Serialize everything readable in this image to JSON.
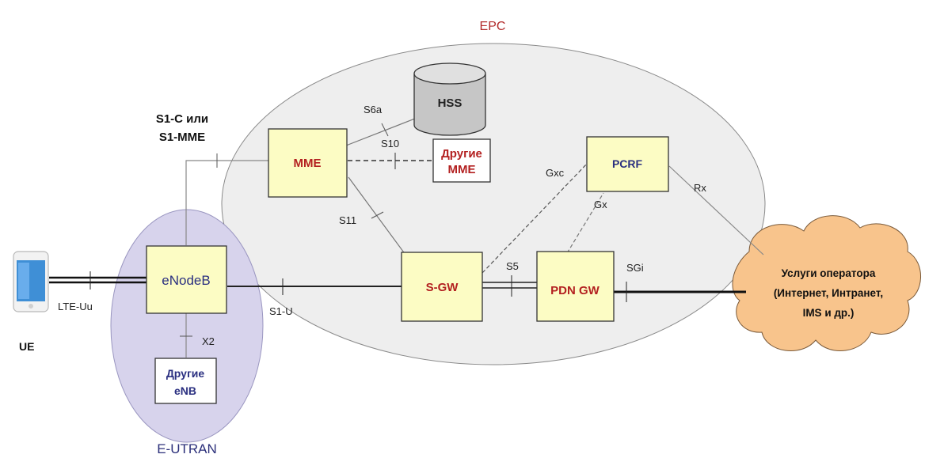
{
  "regions": {
    "epc": "EPC",
    "eutran": "E-UTRAN"
  },
  "nodes": {
    "ue": "UE",
    "enodeb": "eNodeB",
    "other_enb_line1": "Другие",
    "other_enb_line2": "eNB",
    "mme": "MME",
    "other_mme_line1": "Другие",
    "other_mme_line2": "MME",
    "hss": "HSS",
    "pcrf": "PCRF",
    "sgw": "S-GW",
    "pdngw": "PDN GW"
  },
  "interfaces": {
    "s1c_line1": "S1-C или",
    "s1c_line2": "S1-MME",
    "lte_uu": "LTE-Uu",
    "s1u": "S1-U",
    "x2": "X2",
    "s6a": "S6a",
    "s10": "S10",
    "s11": "S11",
    "s5": "S5",
    "gxc": "Gxc",
    "gx": "Gx",
    "rx": "Rx",
    "sgi": "SGi"
  },
  "cloud": {
    "line1": "Услуги оператора",
    "line2": "(Интернет, Интранет,",
    "line3": "IMS и др.)"
  },
  "colors": {
    "epc_fill": "#eeeeee",
    "eutran_fill": "#d7d3ec",
    "node_fill": "#fcfcc4",
    "cloud_fill": "#f8c48c",
    "hss_fill": "#c6c6c6",
    "epc_label": "#b22b2b",
    "eutran_label": "#2b2f7a"
  }
}
